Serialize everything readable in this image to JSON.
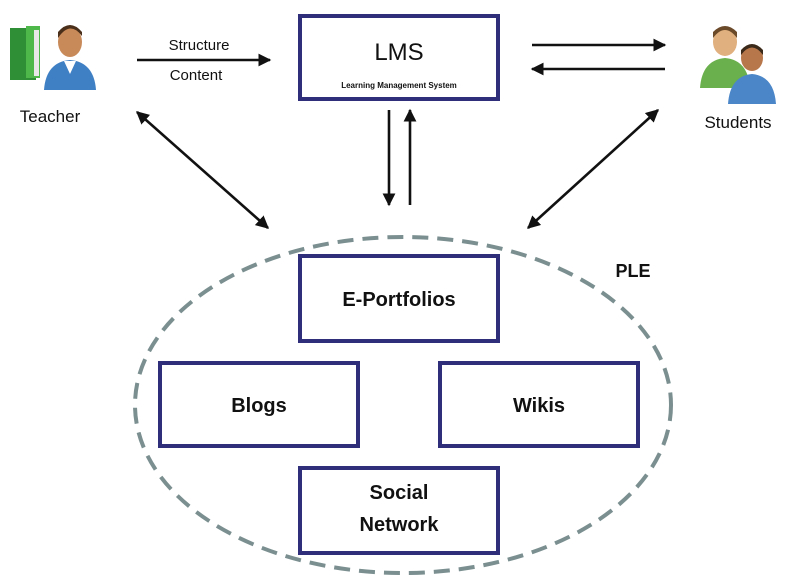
{
  "colors": {
    "box_border": "#2e2e7a",
    "ellipse_dash": "#7b8f90",
    "book_green": "#2f8f36",
    "teacher_shirt": "#3f7fc4",
    "student_shirt_green": "#6ab04c"
  },
  "teacher": {
    "label": "Teacher",
    "icon": "teacher-with-book-icon"
  },
  "students": {
    "label": "Students",
    "icon": "students-group-icon"
  },
  "lms": {
    "title": "LMS",
    "subtitle": "Learning Management System"
  },
  "flow": {
    "structure": "Structure",
    "content": "Content"
  },
  "ple": {
    "label": "PLE",
    "components": {
      "eportfolios": "E-Portfolios",
      "blogs": "Blogs",
      "wikis": "Wikis",
      "social_line1": "Social",
      "social_line2": "Network"
    }
  }
}
